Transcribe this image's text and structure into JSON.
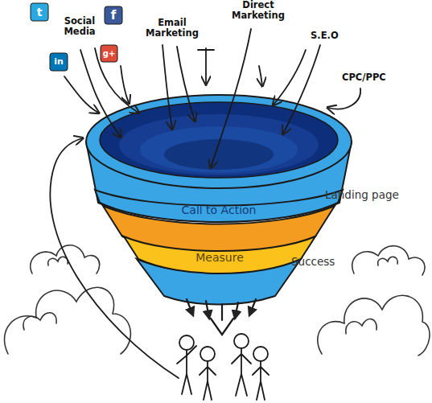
{
  "diagram": {
    "nodes": [
      {
        "text": [
          "Call to Action"
        ]
      },
      {
        "text": [
          "Measure"
        ]
      }
    ],
    "labels": [
      "Social Media",
      "Email Marketing",
      "Direct Marketing",
      "S.E.O",
      "CPC/PPC",
      "Landing page",
      "Success",
      "t",
      "f",
      "g+",
      "in"
    ]
  }
}
